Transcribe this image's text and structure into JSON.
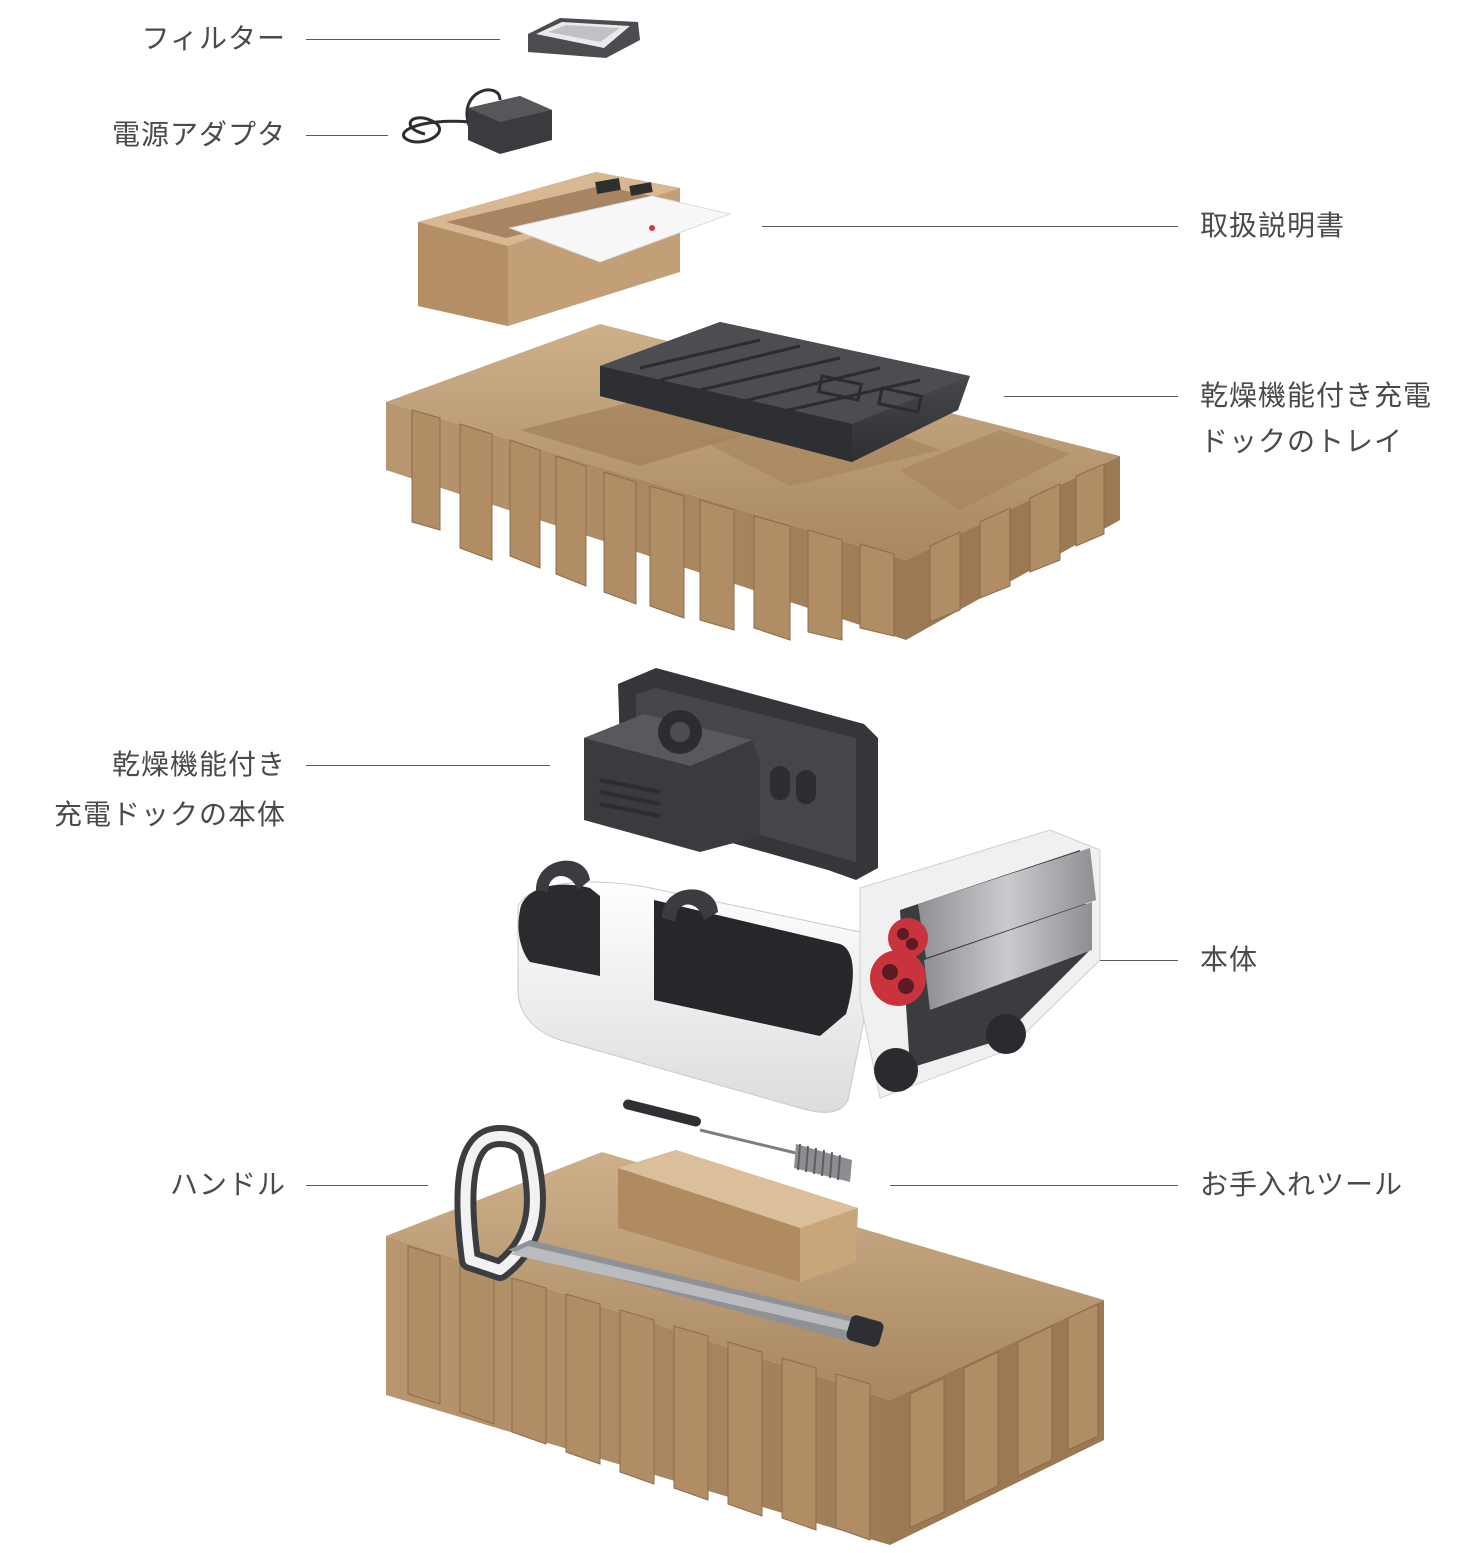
{
  "labels": {
    "filter": "フィルター",
    "adapter": "電源アダプタ",
    "manual": "取扱説明書",
    "dock_tray_line1": "乾燥機能付き充電",
    "dock_tray_line2": "ドックのトレイ",
    "dock_body_line1": "乾燥機能付き",
    "dock_body_line2": "充電ドックの本体",
    "main_body": "本体",
    "handle": "ハンドル",
    "cleaning_tool": "お手入れツール"
  },
  "colors": {
    "pulp": "#c4a57f",
    "pulp_dark": "#a78660",
    "pulp_shadow": "#8c6c49",
    "dark_plastic": "#3f4043",
    "white_plastic": "#f3f3f3",
    "accent_red": "#c8333d",
    "text": "#4a4a4a",
    "leader_line": "#5a5a5a"
  }
}
